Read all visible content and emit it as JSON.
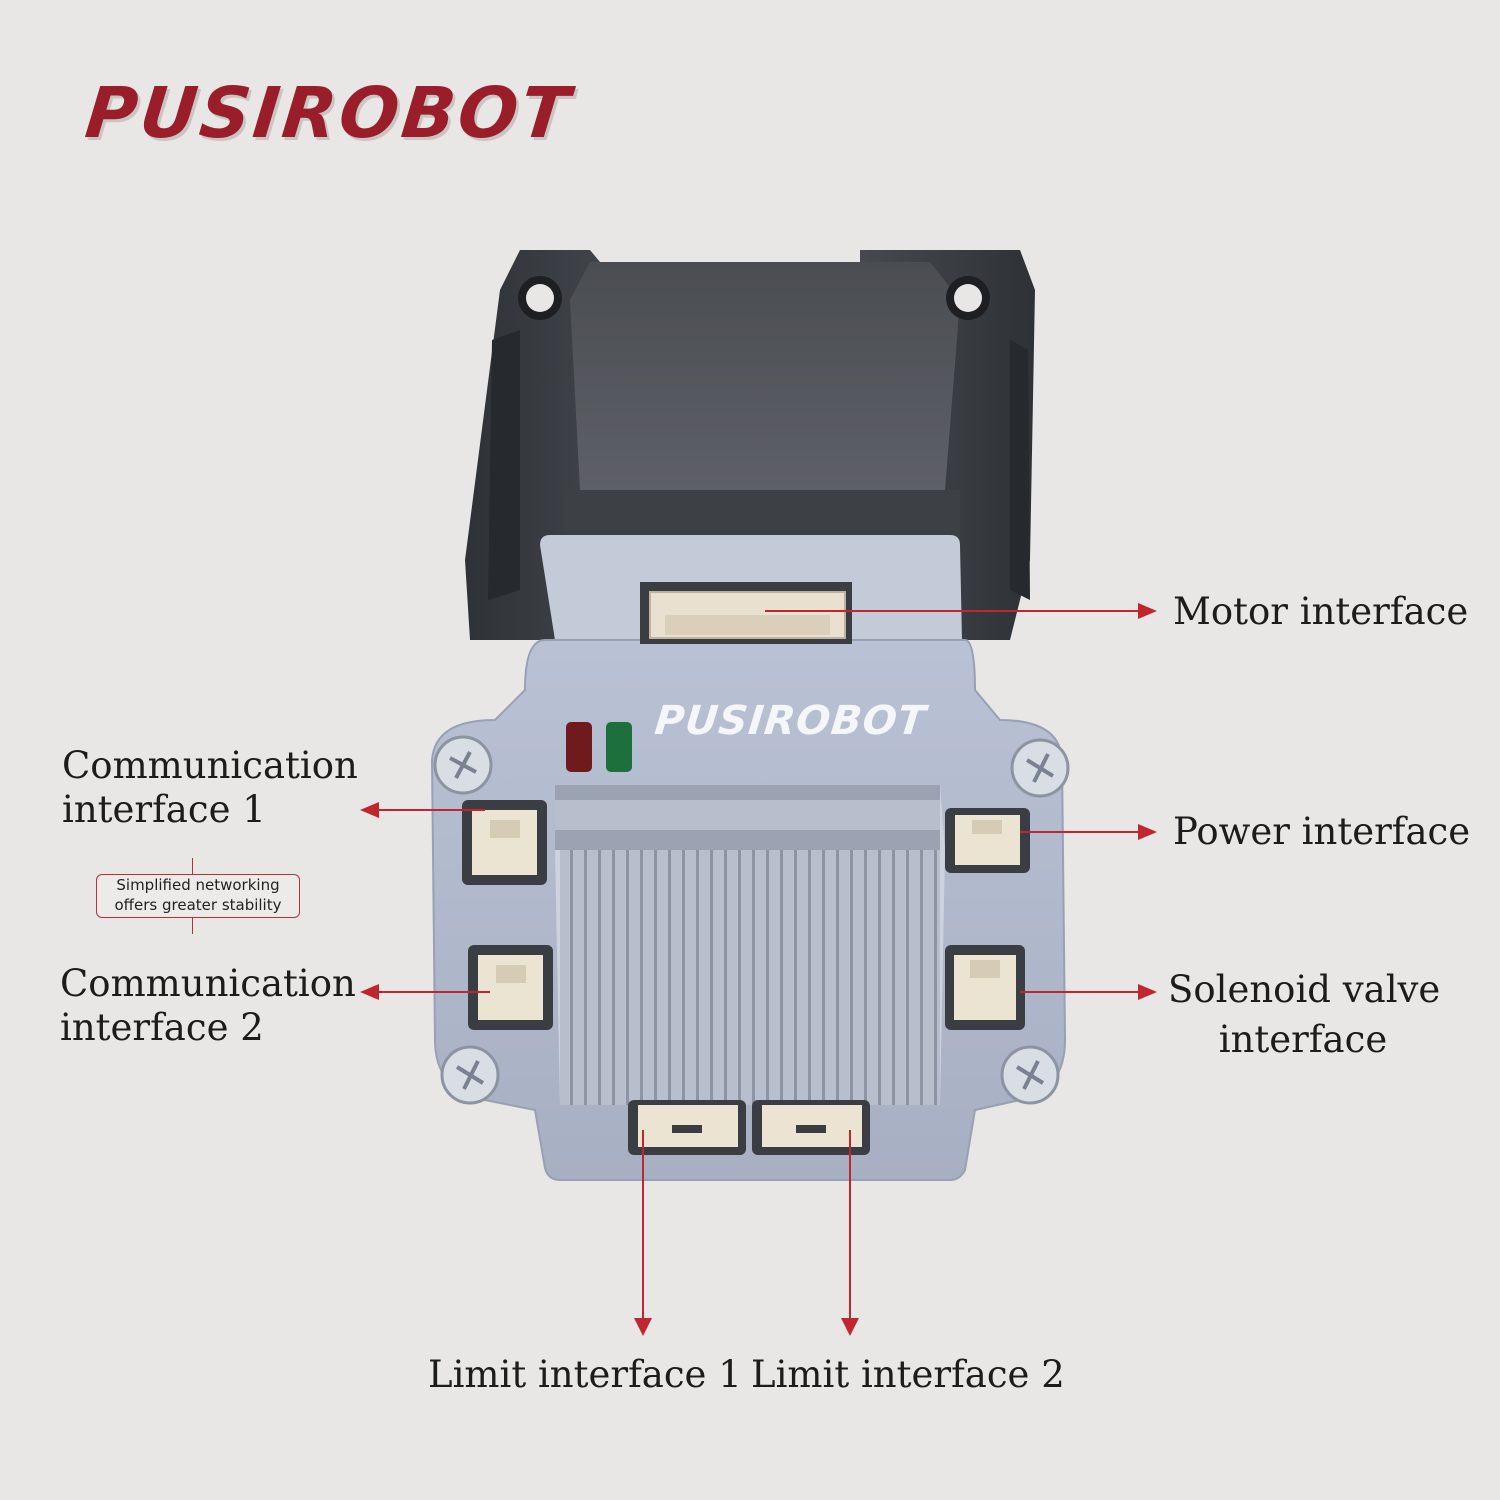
{
  "brand": {
    "logo_text": "PUSIROBOT",
    "color": "#9a1e2a"
  },
  "product": {
    "panel_logo_text": "PUSIROBOT",
    "leds": [
      "red",
      "green"
    ]
  },
  "callouts": {
    "motor": "Motor interface",
    "power": "Power interface",
    "solenoid_line1": "Solenoid valve",
    "solenoid_line2": "interface",
    "comm1_line1": "Communication",
    "comm1_line2": "interface 1",
    "comm2_line1": "Communication",
    "comm2_line2": "interface 2",
    "limit1": "Limit interface 1",
    "limit2": "Limit interface 2"
  },
  "note": {
    "line1": "Simplified networking",
    "line2": "offers greater stability"
  },
  "colors": {
    "arrow": "#c0262e",
    "background": "#e8e7e6"
  }
}
